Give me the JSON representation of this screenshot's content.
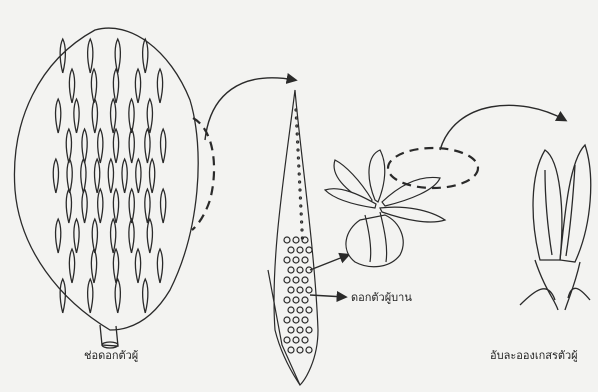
{
  "labels": {
    "male_inflorescence": "ช่อดอกตัวผู้",
    "male_flower_spikelet": "ดอกตัวผู้บาน",
    "anther": "อับละอองเกสรตัวผู้"
  },
  "colors": {
    "ink": "#2a2a2a",
    "paper": "#f3f3f1"
  }
}
